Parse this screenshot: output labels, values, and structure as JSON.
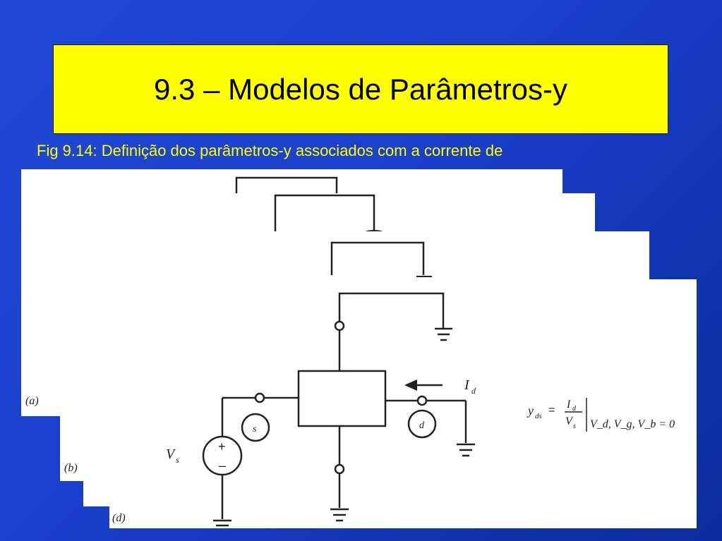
{
  "slide": {
    "title": "9.3 – Modelos de Parâmetros-y",
    "caption": "Fig 9.14: Definição dos parâmetros-y associados com a corrente de"
  },
  "figure": {
    "panel_a_label": "(a)",
    "panel_b_label": "(b)",
    "panel_d_label": "(d)",
    "source_node_label": "s",
    "drain_node_label": "d",
    "current_label": "I",
    "current_subscript": "d",
    "voltage_label": "V",
    "voltage_subscript": "s",
    "plus_sign": "+",
    "minus_sign": "–",
    "equation": {
      "lhs": "y",
      "lhs_sub": "ds",
      "equals": "=",
      "numerator": "I",
      "numerator_sub": "d",
      "denominator": "V",
      "denominator_sub": "s",
      "condition": "V_d, V_g, V_b = 0"
    }
  },
  "colors": {
    "background": "#1f49d6",
    "title_box": "#ffff00",
    "caption_text": "#ffff00"
  }
}
